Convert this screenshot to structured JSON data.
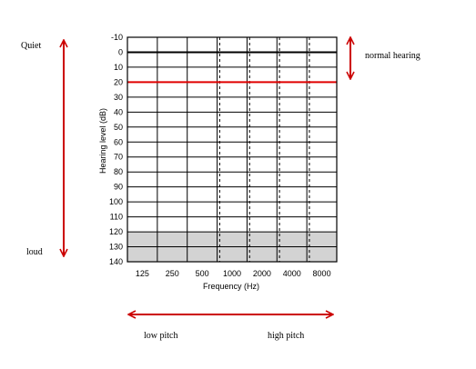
{
  "chart_data": {
    "type": "line",
    "title": "",
    "xlabel": "Frequency (Hz)",
    "ylabel": "Hearing level (dB)",
    "x_ticks": [
      "125",
      "250",
      "500",
      "1000",
      "2000",
      "4000",
      "8000"
    ],
    "y_ticks": [
      -10,
      0,
      10,
      20,
      30,
      40,
      50,
      60,
      70,
      80,
      90,
      100,
      110,
      120,
      130,
      140
    ],
    "ylim": [
      -10,
      140
    ],
    "y_inverted": true,
    "x_scale": "log",
    "grid": true,
    "dashed_grid_x": [
      750,
      1500,
      3000,
      6000
    ],
    "reference_lines": [
      {
        "y": 0,
        "color": "#000000"
      },
      {
        "y": 20,
        "color": "#e00000"
      }
    ],
    "shaded_band": {
      "from": 120,
      "to": 140,
      "color": "#d3d3d3"
    },
    "annotations": {
      "quiet": "Quiet",
      "loud": "loud",
      "normal_hearing": "normal hearing",
      "low_pitch": "low pitch",
      "high_pitch": "high pitch"
    },
    "arrow_color": "#cc0000"
  }
}
